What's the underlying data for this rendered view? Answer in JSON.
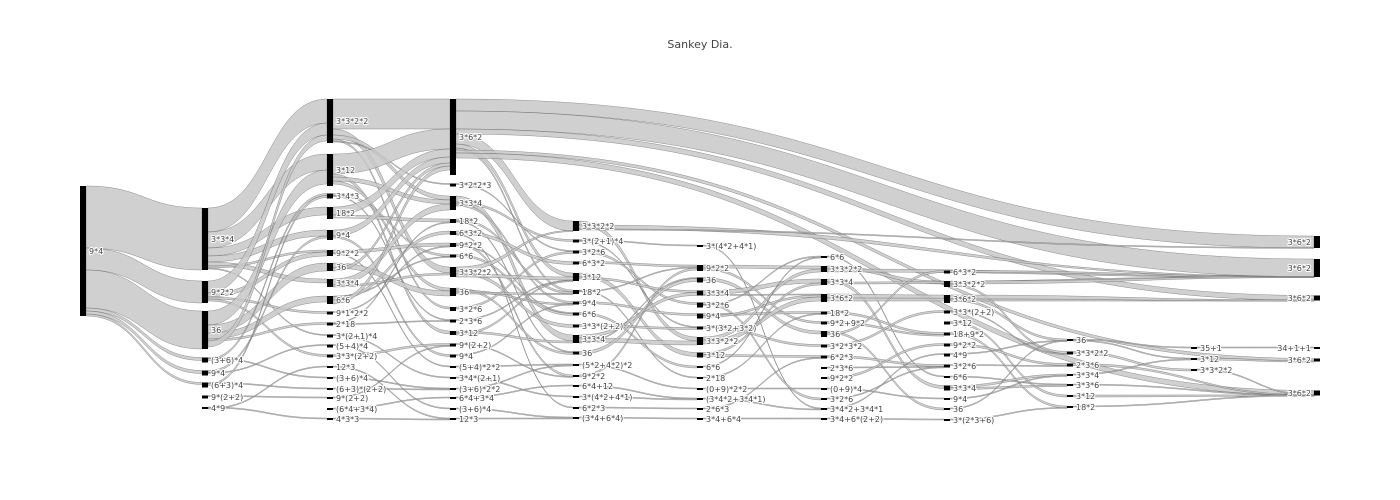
{
  "title": "Sankey Dia.",
  "colors": {
    "node": "#000000",
    "link": "#c8c8c8",
    "link_stroke": "#444444",
    "text": "#444444"
  },
  "columns": [
    [
      "9*4"
    ],
    [
      "3*3*4",
      "9*2*2",
      "36",
      "(3+6)*4",
      "9*4",
      "(6+3)*4",
      "9*(2+2)",
      "4*9"
    ],
    [
      "3*3*2*2",
      "3*12",
      "3*4*3",
      "18*2",
      "9*4",
      "9*2*2",
      "36",
      "3*3*4",
      "6*6",
      "9*1*2*2",
      "2*18",
      "3*(2+1)*4",
      "(5+4)*4",
      "3*3*(2+2)",
      "12*3",
      "(3+6)*4",
      "(6+3)*(2+2)",
      "9*(2+2)",
      "(6*4+3*4)",
      "4*3*3"
    ],
    [
      "3*6*2",
      "3*2*2*3",
      "3*3*4",
      "18*2",
      "6*3*2",
      "9*2*2",
      "6*6",
      "3*3*2*2",
      "36",
      "3*2*6",
      "2*3*6",
      "3*12",
      "9*(2+2)",
      "9*4",
      "(5+4)*2*2",
      "3*4*(2+1)",
      "(3+6)*2*2",
      "6*4+3*4",
      "(3+6)*4",
      "12*3"
    ],
    [
      "3*3*2*2",
      "3*(2+1)*4",
      "3*2*6",
      "6*3*2",
      "3*12",
      "18*2",
      "9*4",
      "6*6",
      "3*3*(2+2)",
      "3*3*4",
      "36",
      "(5*2+4*2)*2",
      "9*2*2",
      "6*4+12",
      "3*(4*2+4*1)",
      "6*2*3",
      "(3*4+6*4)"
    ],
    [
      "3*(4*2+4*1)",
      "9*2*2",
      "36",
      "3*3*4",
      "3*2*6",
      "9*4",
      "3*(3*2+3*2)",
      "3*3*2*2",
      "3*12",
      "6*6",
      "2*18",
      "(0+9)*2*2",
      "(3*4*2+3*4*1)",
      "2*6*3",
      "3*4+6*4"
    ],
    [
      "6*6",
      "3*3*2*2",
      "3*3*4",
      "3*6*2",
      "18*2",
      "9*2+9*2",
      "36",
      "3*2*3*2",
      "6*2*3",
      "2*3*6",
      "9*2*2",
      "(0+9)*4",
      "3*2*6",
      "3*4*2+3*4*1",
      "3*4+6*(2+2)"
    ],
    [
      "6*3*2",
      "3*3*2*2",
      "3*6*2",
      "3*3*(2+2)",
      "3*12",
      "18+9*2",
      "9*2*2",
      "4*9",
      "3*2*6",
      "6*6",
      "3*3*4",
      "9*4",
      "36",
      "3*(2*3+6)"
    ],
    [
      "36",
      "3*3*2*2",
      "2*3*6",
      "3*3*4",
      "3*3*6",
      "3*12",
      "18*2"
    ],
    [
      "35+1",
      "3*12",
      "3*3*2*2"
    ],
    [
      "3*6*2",
      "3*6*2",
      "3*6*2",
      "34+1+1",
      "3*6*2",
      "3*6*2"
    ]
  ]
}
